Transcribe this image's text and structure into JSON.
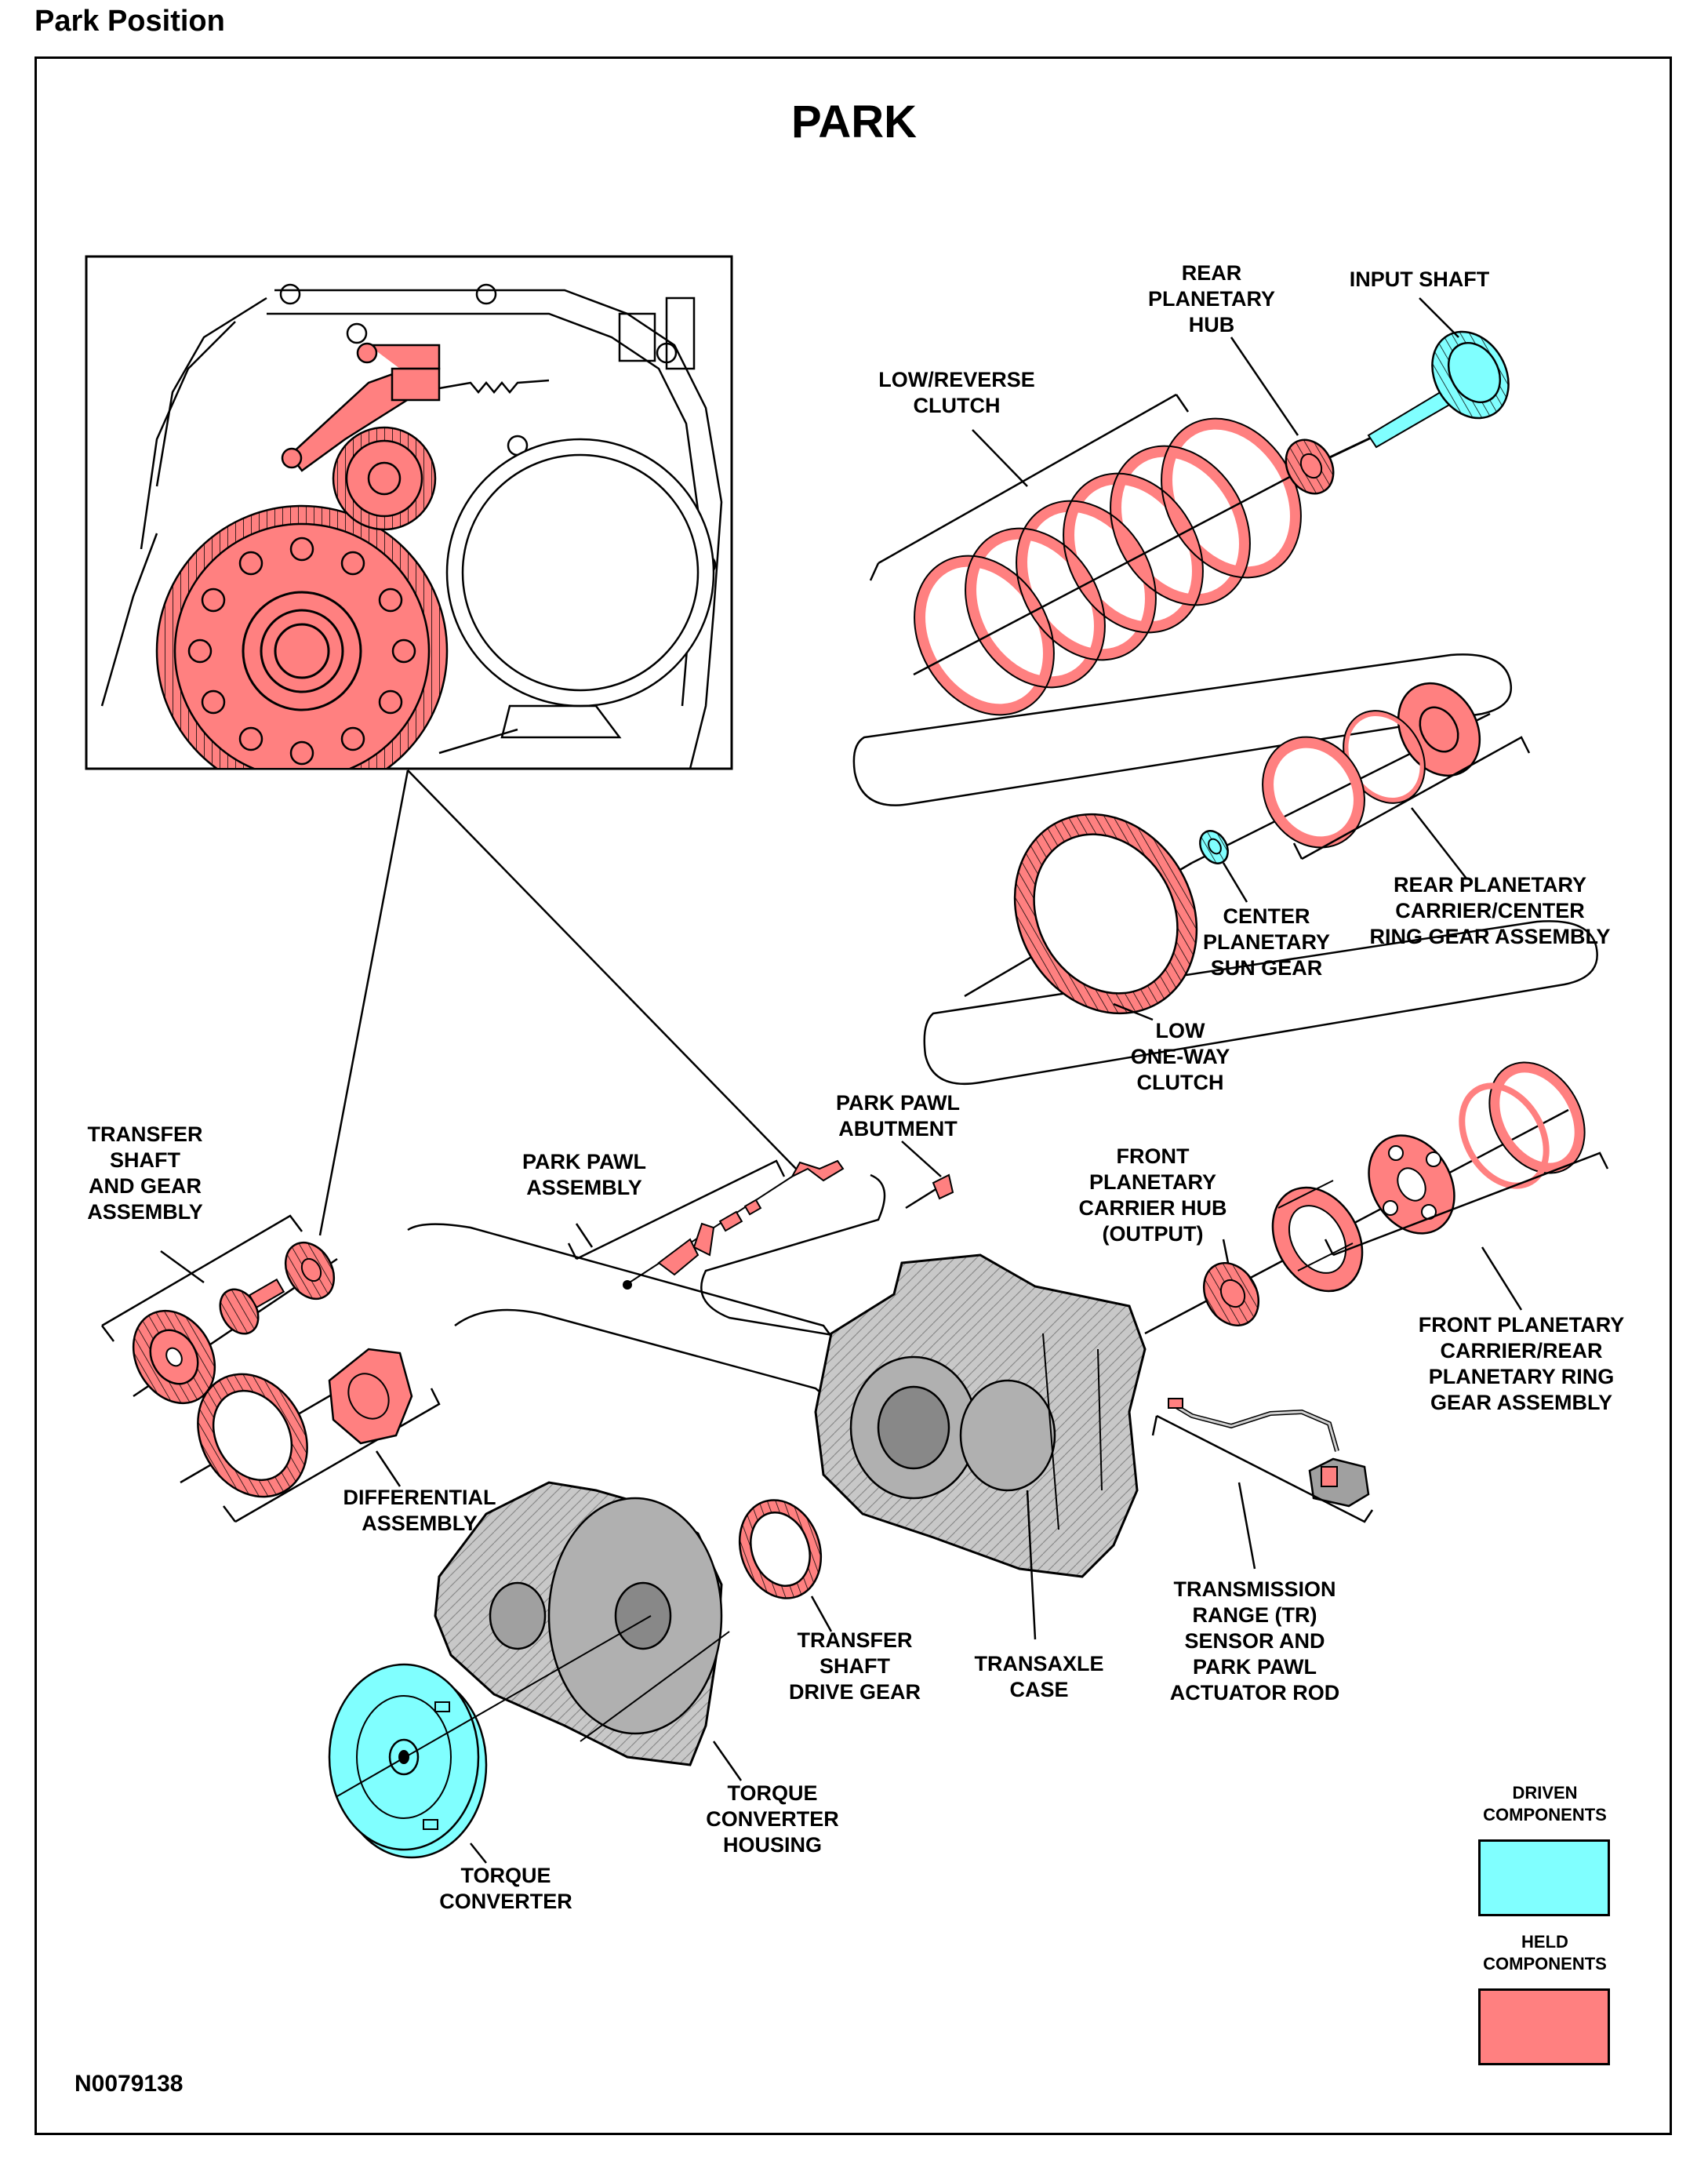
{
  "header": {
    "section_title": "Park Position"
  },
  "diagram": {
    "title": "PARK",
    "figure_id": "N0079138",
    "labels": {
      "input_shaft": "INPUT SHAFT",
      "rear_planetary_hub": "REAR\nPLANETARY\nHUB",
      "low_reverse_clutch": "LOW/REVERSE\nCLUTCH",
      "rear_planetary_carrier": "REAR PLANETARY\nCARRIER/CENTER\nRING GEAR ASSEMBLY",
      "center_sun_gear": "CENTER\nPLANETARY\nSUN GEAR",
      "low_one_way_clutch": "LOW\nONE-WAY\nCLUTCH",
      "park_pawl_abutment": "PARK PAWL\nABUTMENT",
      "park_pawl_assembly": "PARK PAWL\nASSEMBLY",
      "front_carrier_hub": "FRONT\nPLANETARY\nCARRIER HUB\n(OUTPUT)",
      "transfer_shaft_gear": "TRANSFER\nSHAFT\nAND GEAR\nASSEMBLY",
      "front_carrier_rear_ring": "FRONT PLANETARY\nCARRIER/REAR\nPLANETARY RING\nGEAR ASSEMBLY",
      "differential": "DIFFERENTIAL\nASSEMBLY",
      "tr_sensor": "TRANSMISSION\nRANGE (TR)\nSENSOR AND\nPARK PAWL\nACTUATOR ROD",
      "transfer_drive_gear": "TRANSFER\nSHAFT\nDRIVE GEAR",
      "transaxle_case": "TRANSAXLE\nCASE",
      "converter_housing": "TORQUE\nCONVERTER\nHOUSING",
      "torque_converter": "TORQUE\nCONVERTER"
    }
  },
  "legend": {
    "driven": {
      "caption": "DRIVEN\nCOMPONENTS",
      "color": "#80FFFF"
    },
    "held": {
      "caption": "HELD\nCOMPONENTS",
      "color": "#FF8080"
    }
  },
  "colors": {
    "driven": "#80FFFF",
    "held": "#FF8080",
    "case_gray": "#c8c8c8",
    "outline": "#000000"
  }
}
